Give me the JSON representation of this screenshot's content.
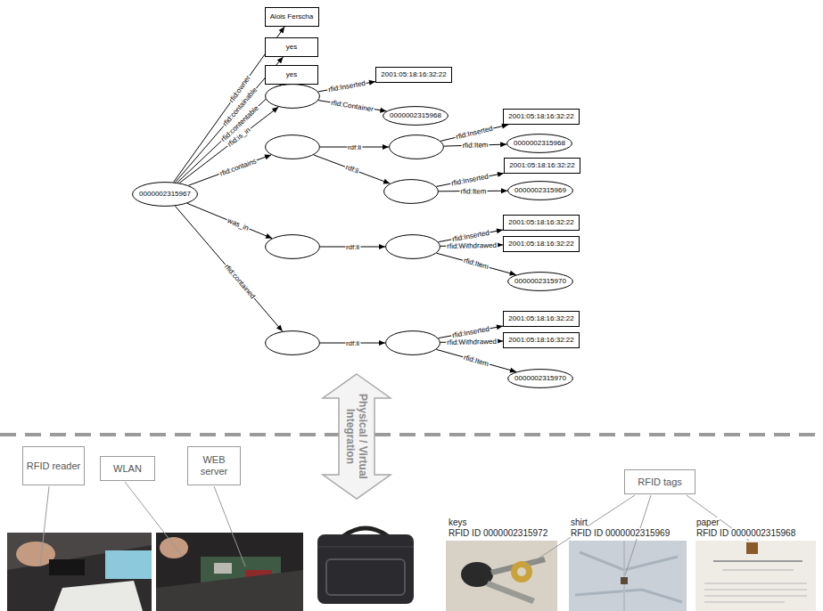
{
  "diagram": {
    "nodes": [
      {
        "text": [
          "0000002315967"
        ]
      },
      {
        "text": [
          "Alois Ferscha"
        ]
      },
      {
        "text": [
          "yes"
        ]
      },
      {
        "text": [
          "yes"
        ]
      },
      {
        "text": []
      },
      {
        "text": [
          "2001:05:18:16:32:22"
        ]
      },
      {
        "text": [
          "0000002315968"
        ]
      },
      {
        "text": []
      },
      {
        "text": []
      },
      {
        "text": [
          "2001:05:18:16:32:22"
        ]
      },
      {
        "text": [
          "0000002315968"
        ]
      },
      {
        "text": []
      },
      {
        "text": [
          "2001:05:18:16:32:22"
        ]
      },
      {
        "text": [
          "0000002315969"
        ]
      },
      {
        "text": []
      },
      {
        "text": []
      },
      {
        "text": [
          "2001:05:18:16:32:22"
        ]
      },
      {
        "text": [
          "2001:05:18:16:32:22"
        ]
      },
      {
        "text": [
          "0000002315970"
        ]
      },
      {
        "text": []
      },
      {
        "text": []
      },
      {
        "text": [
          "2001:05:18:16:32:22"
        ]
      },
      {
        "text": [
          "2001:05:18:16:32:22"
        ]
      },
      {
        "text": [
          "0000002315970"
        ]
      },
      {
        "text": [
          "RFID reader"
        ]
      },
      {
        "text": [
          "WLAN"
        ]
      },
      {
        "text": [
          "WEB server"
        ]
      },
      {
        "text": [
          "RFID tags"
        ]
      }
    ],
    "edges": [
      {
        "from": 0,
        "to": 1,
        "arrow": "to",
        "label": "rfid:owner"
      },
      {
        "from": 0,
        "to": 2,
        "arrow": "to",
        "label": "rfid:containable"
      },
      {
        "from": 0,
        "to": 3,
        "arrow": "to",
        "label": "rfid:contentable"
      },
      {
        "from": 0,
        "to": 4,
        "arrow": "to",
        "label": "rfid:is_in"
      },
      {
        "from": 0,
        "to": 7,
        "arrow": "to",
        "label": "rfid:contains"
      },
      {
        "from": 0,
        "to": 14,
        "arrow": "to",
        "label": "was_in"
      },
      {
        "from": 0,
        "to": 19,
        "arrow": "to",
        "label": "rfid:contained"
      },
      {
        "from": 4,
        "to": 5,
        "arrow": "to",
        "label": "rfid:Inserted"
      },
      {
        "from": 4,
        "to": 6,
        "arrow": "to",
        "label": "rfid:Container"
      },
      {
        "from": 7,
        "to": 8,
        "arrow": "to",
        "label": "rdf:li"
      },
      {
        "from": 7,
        "to": 11,
        "arrow": "to",
        "label": "rdf:li"
      },
      {
        "from": 8,
        "to": 9,
        "arrow": "to",
        "label": "rfid:Inserted"
      },
      {
        "from": 8,
        "to": 10,
        "arrow": "to",
        "label": "rfid:Item"
      },
      {
        "from": 11,
        "to": 12,
        "arrow": "to",
        "label": "rfid:Inserted"
      },
      {
        "from": 11,
        "to": 13,
        "arrow": "to",
        "label": "rfid:Item"
      },
      {
        "from": 14,
        "to": 15,
        "arrow": "to",
        "label": "rdf:li"
      },
      {
        "from": 15,
        "to": 16,
        "arrow": "to",
        "label": "rfid:Inserted"
      },
      {
        "from": 15,
        "to": 17,
        "arrow": "to",
        "label": "rfid:Withdrawed"
      },
      {
        "from": 15,
        "to": 18,
        "arrow": "to",
        "label": "rfid:Item"
      },
      {
        "from": 19,
        "to": 20,
        "arrow": "to",
        "label": "rdf:li"
      },
      {
        "from": 20,
        "to": 21,
        "arrow": "to",
        "label": "rfid:Inserted"
      },
      {
        "from": 20,
        "to": 22,
        "arrow": "to",
        "label": "rfid:Withdrawed"
      },
      {
        "from": 20,
        "to": 23,
        "arrow": "to",
        "label": "rfid:Item"
      }
    ],
    "labels": [
      "Physical / Virtual Integration",
      "keys",
      "RFID ID 0000002315972",
      "shirt",
      "RFID ID 0000002315969",
      "paper",
      "RFID ID 0000002315968"
    ]
  }
}
